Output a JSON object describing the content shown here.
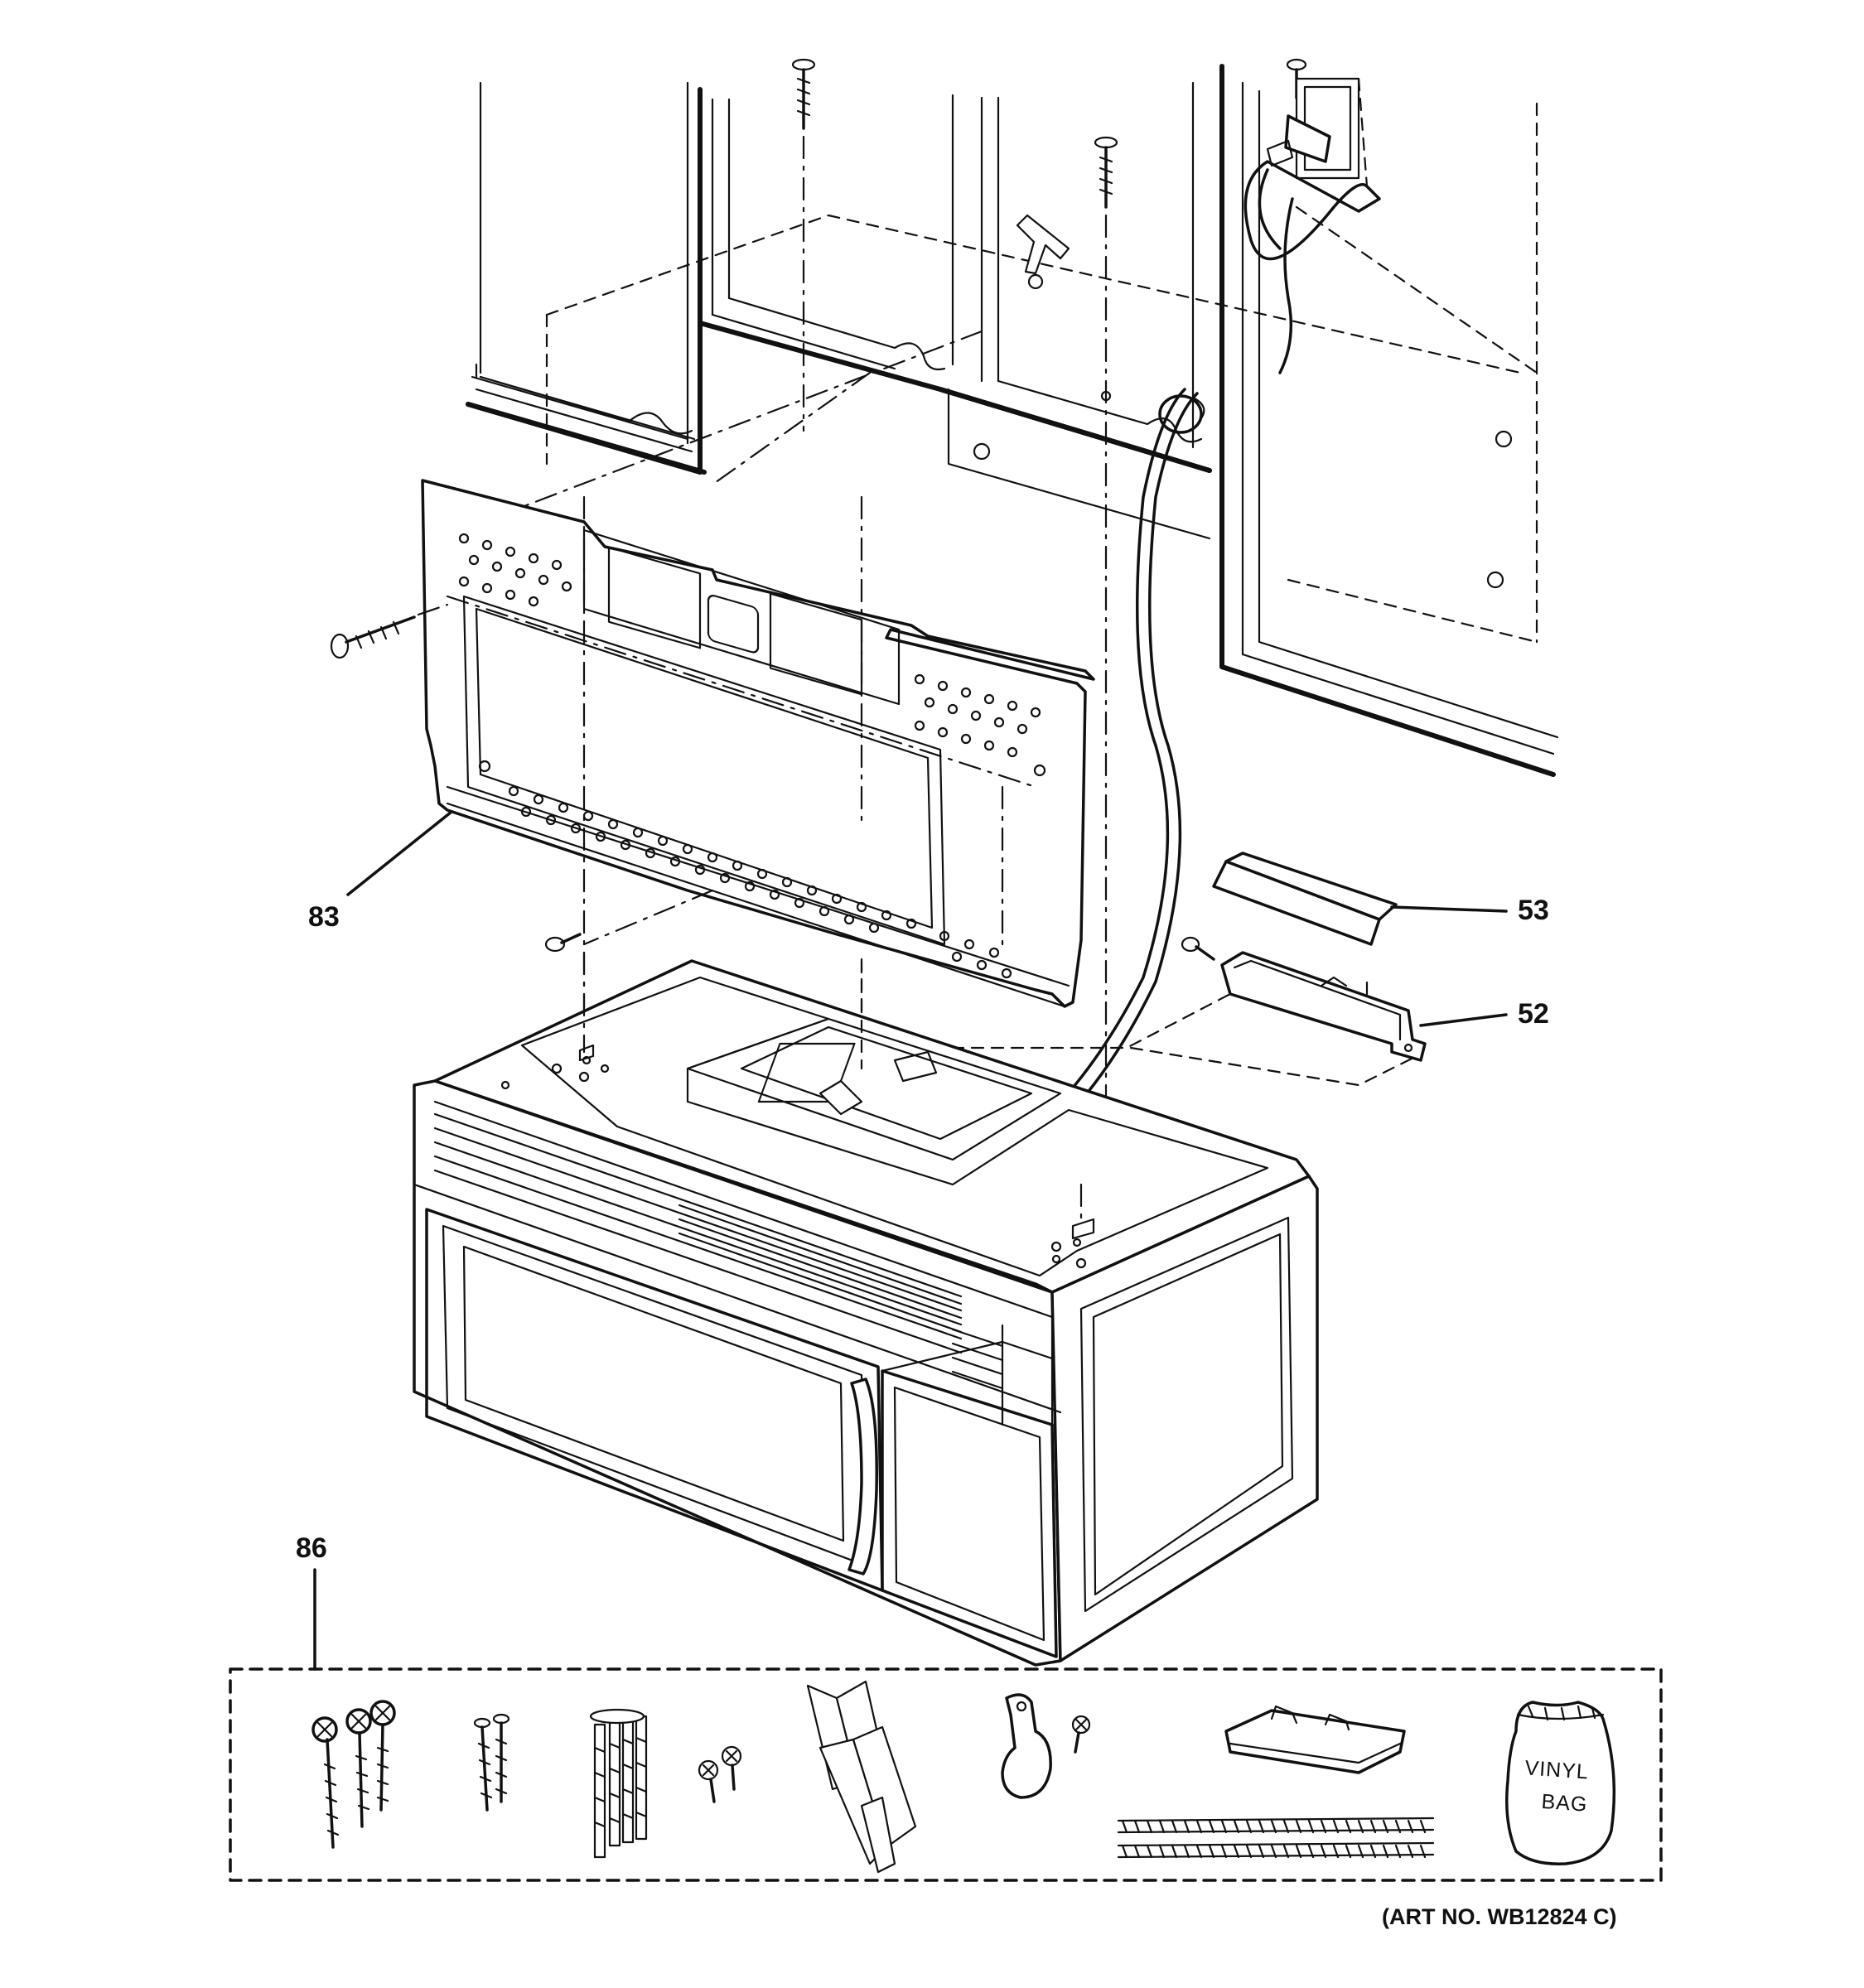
{
  "callouts": {
    "mounting_plate": "83",
    "damper_cover": "53",
    "damper_housing": "52",
    "hardware_kit": "86"
  },
  "hardware_kit": {
    "bag_label_line1": "VINYL",
    "bag_label_line2": "BAG"
  },
  "art_number": "(ART NO. WB12824 C)",
  "colors": {
    "ink": "#111111",
    "background": "#ffffff"
  }
}
